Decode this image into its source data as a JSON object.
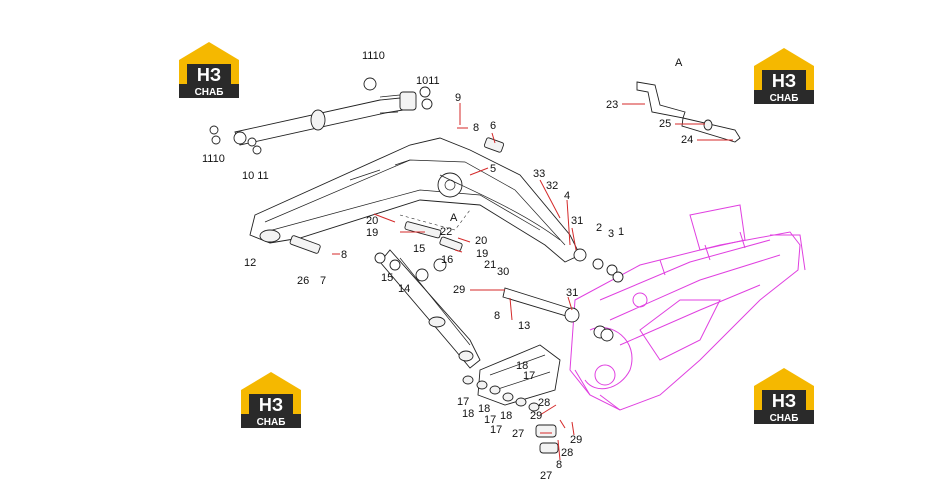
{
  "logos": [
    {
      "id": "logo-top-left",
      "line1": "НЗ",
      "line2": "СНАБ"
    },
    {
      "id": "logo-top-right",
      "line1": "НЗ",
      "line2": "СНАБ"
    },
    {
      "id": "logo-bottom-left",
      "line1": "НЗ",
      "line2": "СНАБ"
    },
    {
      "id": "logo-bottom-right",
      "line1": "НЗ",
      "line2": "СНАБ"
    }
  ],
  "detail_label": "A",
  "inset_detail_label": "A",
  "callouts": {
    "c1110_top": "1110",
    "c1011_top": "1011",
    "c9": "9",
    "c8_a": "8",
    "c6": "6",
    "c5": "5",
    "c33": "33",
    "c32": "32",
    "c4": "4",
    "c31_a": "31",
    "c2": "2",
    "c3": "3",
    "c1": "1",
    "c1110_left": "1110",
    "c1011_left": "10 11",
    "c20_a": "20",
    "c19_a": "19",
    "c22": "22",
    "c20_b": "20",
    "c15_a": "15",
    "c16": "16",
    "c19_b": "19",
    "c21": "21",
    "c30": "30",
    "c12": "12",
    "c8_b": "8",
    "c26": "26",
    "c7": "7",
    "c15_b": "15",
    "c14": "14",
    "c29_a": "29",
    "c31_b": "31",
    "c8_c": "8",
    "c13": "13",
    "c18_a": "18",
    "c17_a": "17",
    "c17_b": "17",
    "c18_b": "18",
    "c18_c": "18",
    "c17_c": "17",
    "c18_d": "18",
    "c17_d": "17",
    "c28_a": "28",
    "c29_b": "29",
    "c27_a": "27",
    "c29_c": "29",
    "c28_b": "28",
    "c8_d": "8",
    "c27_b": "27",
    "c23": "23",
    "c25": "25",
    "c24": "24"
  },
  "colors": {
    "logo_yellow": "#f5b800",
    "logo_dark": "#2a2a2a",
    "leader_red": "#d42a2a",
    "frame_magenta": "#e040e0"
  }
}
